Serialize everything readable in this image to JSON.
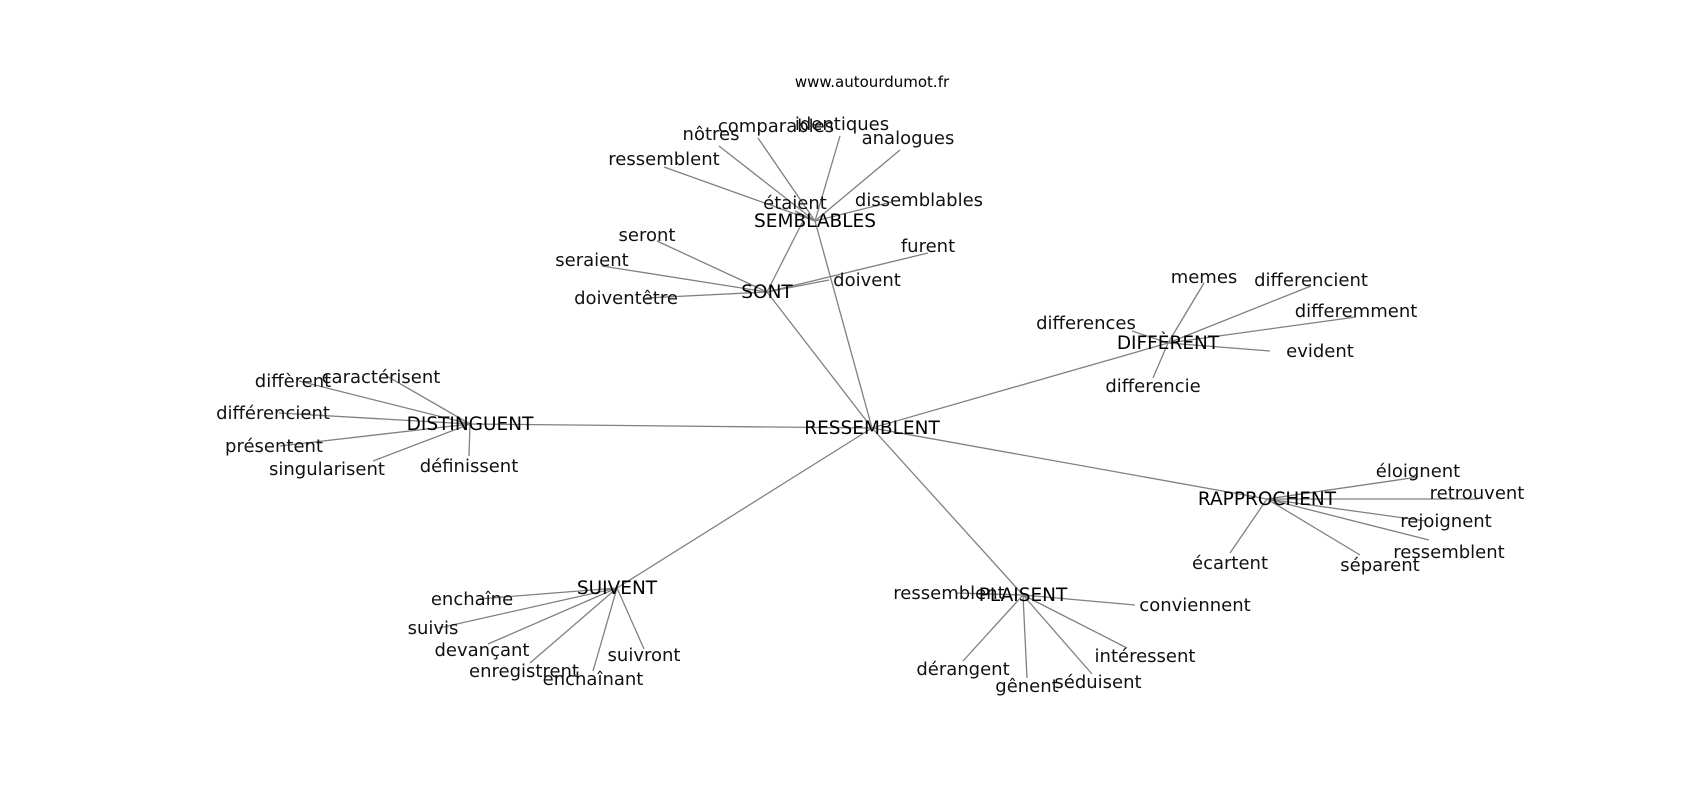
{
  "source_text": "www.autourdumot.fr",
  "graph": {
    "center": {
      "id": "ressemblent",
      "label": "RESSEMBLENT"
    },
    "hubs": [
      {
        "id": "semblables",
        "label": "SEMBLABLES",
        "words": [
          "étaient",
          "ressemblent",
          "nôtres",
          "comparables",
          "identiques",
          "analogues",
          "dissemblables"
        ]
      },
      {
        "id": "sont",
        "label": "SONT",
        "words": [
          "seront",
          "seraient",
          "doiventêtre",
          "furent",
          "doivent"
        ]
      },
      {
        "id": "different",
        "label": "DIFFÈRENT",
        "words": [
          "memes",
          "differencient",
          "differences",
          "differemment",
          "evident",
          "differencie"
        ]
      },
      {
        "id": "distinguent",
        "label": "DISTINGUENT",
        "words": [
          "diffèrent",
          "caractérisent",
          "différencient",
          "présentent",
          "singularisent",
          "définissent"
        ]
      },
      {
        "id": "rapprochent",
        "label": "RAPPROCHENT",
        "words": [
          "éloignent",
          "retrouvent",
          "rejoignent",
          "ressemblent",
          "séparent",
          "écartent"
        ]
      },
      {
        "id": "plaisent",
        "label": "PLAISENT",
        "words": [
          "ressemblent",
          "conviennent",
          "intéressent",
          "séduisent",
          "gênent",
          "dérangent"
        ]
      },
      {
        "id": "suivent",
        "label": "SUIVENT",
        "words": [
          "enchaîne",
          "suivis",
          "devançant",
          "enregistrent",
          "enchaînant",
          "suivront"
        ]
      }
    ]
  }
}
